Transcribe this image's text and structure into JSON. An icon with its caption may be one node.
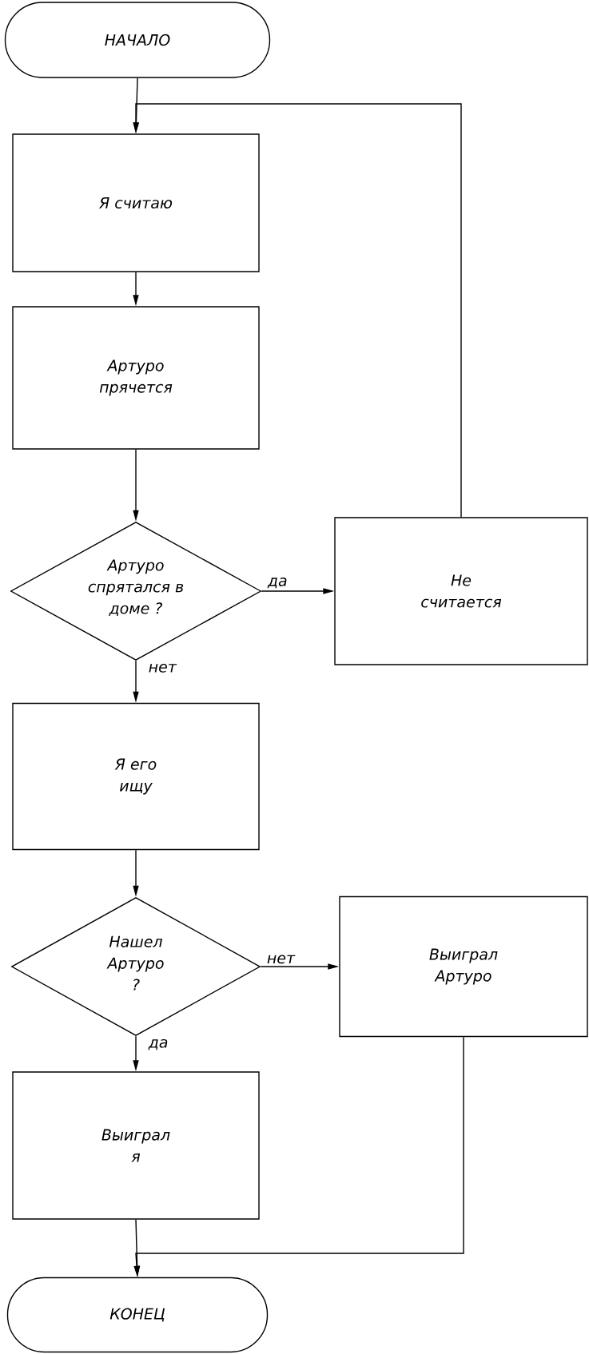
{
  "diagram": {
    "nodes": [
      {
        "text": [
          "НАЧАЛО"
        ]
      },
      {
        "text": [
          "Я считаю"
        ]
      },
      {
        "text": [
          "Артуро прячется"
        ]
      },
      {
        "text": [
          "Артуро спрятался в доме ?"
        ]
      },
      {
        "text": [
          "Не считается"
        ]
      },
      {
        "text": [
          "Я его ищу"
        ]
      },
      {
        "text": [
          "Нашел Артуро ?"
        ]
      },
      {
        "text": [
          "Выиграл Артуро"
        ]
      },
      {
        "text": [
          "Выиграл я"
        ]
      },
      {
        "text": [
          "КОНЕЦ"
        ]
      }
    ],
    "edges": [
      {
        "from": 0,
        "to": 1,
        "arrow": "to"
      },
      {
        "from": 1,
        "to": 2,
        "arrow": "to"
      },
      {
        "from": 2,
        "to": 3,
        "arrow": "to"
      },
      {
        "from": 3,
        "to": 4,
        "arrow": "to",
        "label": "да"
      },
      {
        "from": 4,
        "to": 1,
        "arrow": "to"
      },
      {
        "from": 3,
        "to": 5,
        "arrow": "to",
        "label": "нет"
      },
      {
        "from": 5,
        "to": 6,
        "arrow": "to"
      },
      {
        "from": 6,
        "to": 7,
        "arrow": "to",
        "label": "нет"
      },
      {
        "from": 6,
        "to": 8,
        "arrow": "to",
        "label": "да"
      },
      {
        "from": 8,
        "to": 9,
        "arrow": "to"
      },
      {
        "from": 7,
        "to": 9,
        "arrow": "to"
      }
    ]
  }
}
